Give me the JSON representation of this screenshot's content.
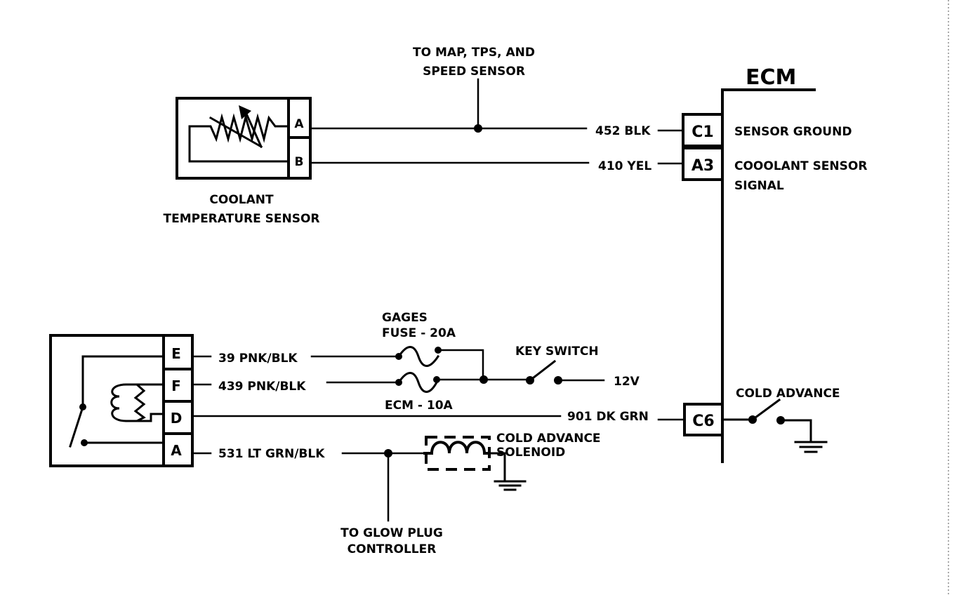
{
  "ecm": {
    "title": "ECM",
    "pins": {
      "c1": "C1",
      "a3": "A3",
      "c6": "C6"
    },
    "labels": {
      "sensor_ground": "SENSOR GROUND",
      "coolant_signal_line1": "COOOLANT SENSOR",
      "coolant_signal_line2": "SIGNAL",
      "cold_advance": "COLD ADVANCE"
    }
  },
  "coolant_sensor": {
    "title_line1": "COOLANT",
    "title_line2": "TEMPERATURE  SENSOR",
    "pin_a": "A",
    "pin_b": "B"
  },
  "top_branch": {
    "line1": "TO MAP, TPS, AND",
    "line2": "SPEED  SENSOR"
  },
  "wires": {
    "w452": "452 BLK",
    "w410": "410 YEL",
    "w39": "39 PNK/BLK",
    "w439": "439 PNK/BLK",
    "w901": "901 DK GRN",
    "w531": "531 LT GRN/BLK"
  },
  "relay": {
    "pin_e": "E",
    "pin_f": "F",
    "pin_d": "D",
    "pin_a": "A"
  },
  "fuses": {
    "gages_line1": "GAGES",
    "gages_line2": "FUSE - 20A",
    "ecm": "ECM - 10A"
  },
  "key_switch": {
    "label": "KEY SWITCH",
    "voltage": "12V"
  },
  "solenoid": {
    "line1": "COLD ADVANCE",
    "line2": "SOLENOID"
  },
  "glow_plug": {
    "line1": "TO GLOW PLUG",
    "line2": "CONTROLLER"
  }
}
